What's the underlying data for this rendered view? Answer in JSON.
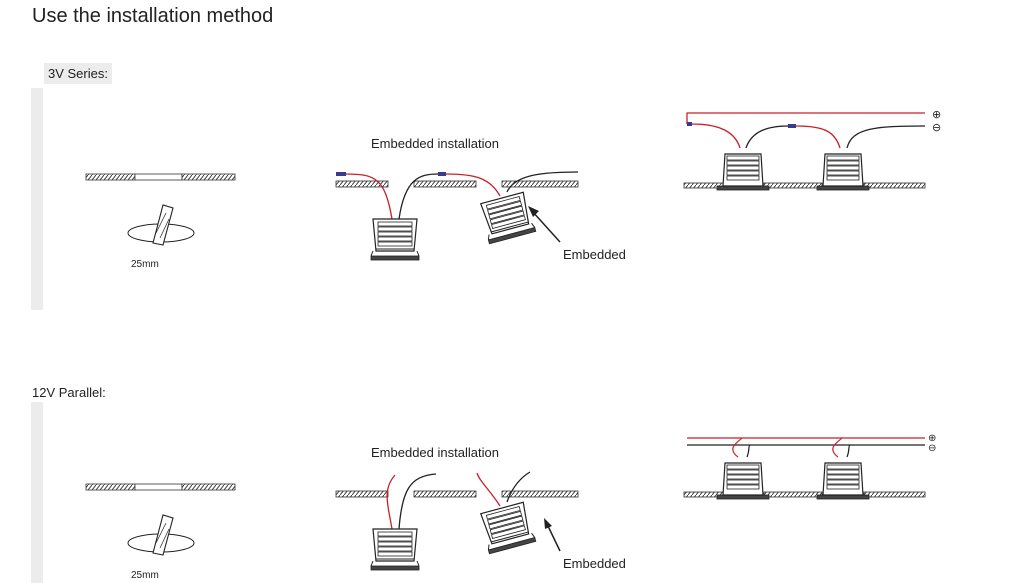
{
  "page": {
    "title": "Use the installation method"
  },
  "sections": [
    {
      "label": "3V Series:",
      "hole_label": "25mm",
      "install_label": "Embedded installation",
      "pointer_label": "Embedded",
      "terminal_plus": "⊕",
      "terminal_minus": "⊖"
    },
    {
      "label": "12V Parallel:",
      "hole_label": "25mm",
      "install_label": "Embedded installation",
      "pointer_label": "Embedded",
      "terminal_plus": "⊕",
      "terminal_minus": "⊖"
    }
  ],
  "colors": {
    "wire_positive": "#c8202a",
    "wire_negative": "#222222",
    "connector": "#3a3a8c",
    "panel_bg": "#ececec"
  }
}
